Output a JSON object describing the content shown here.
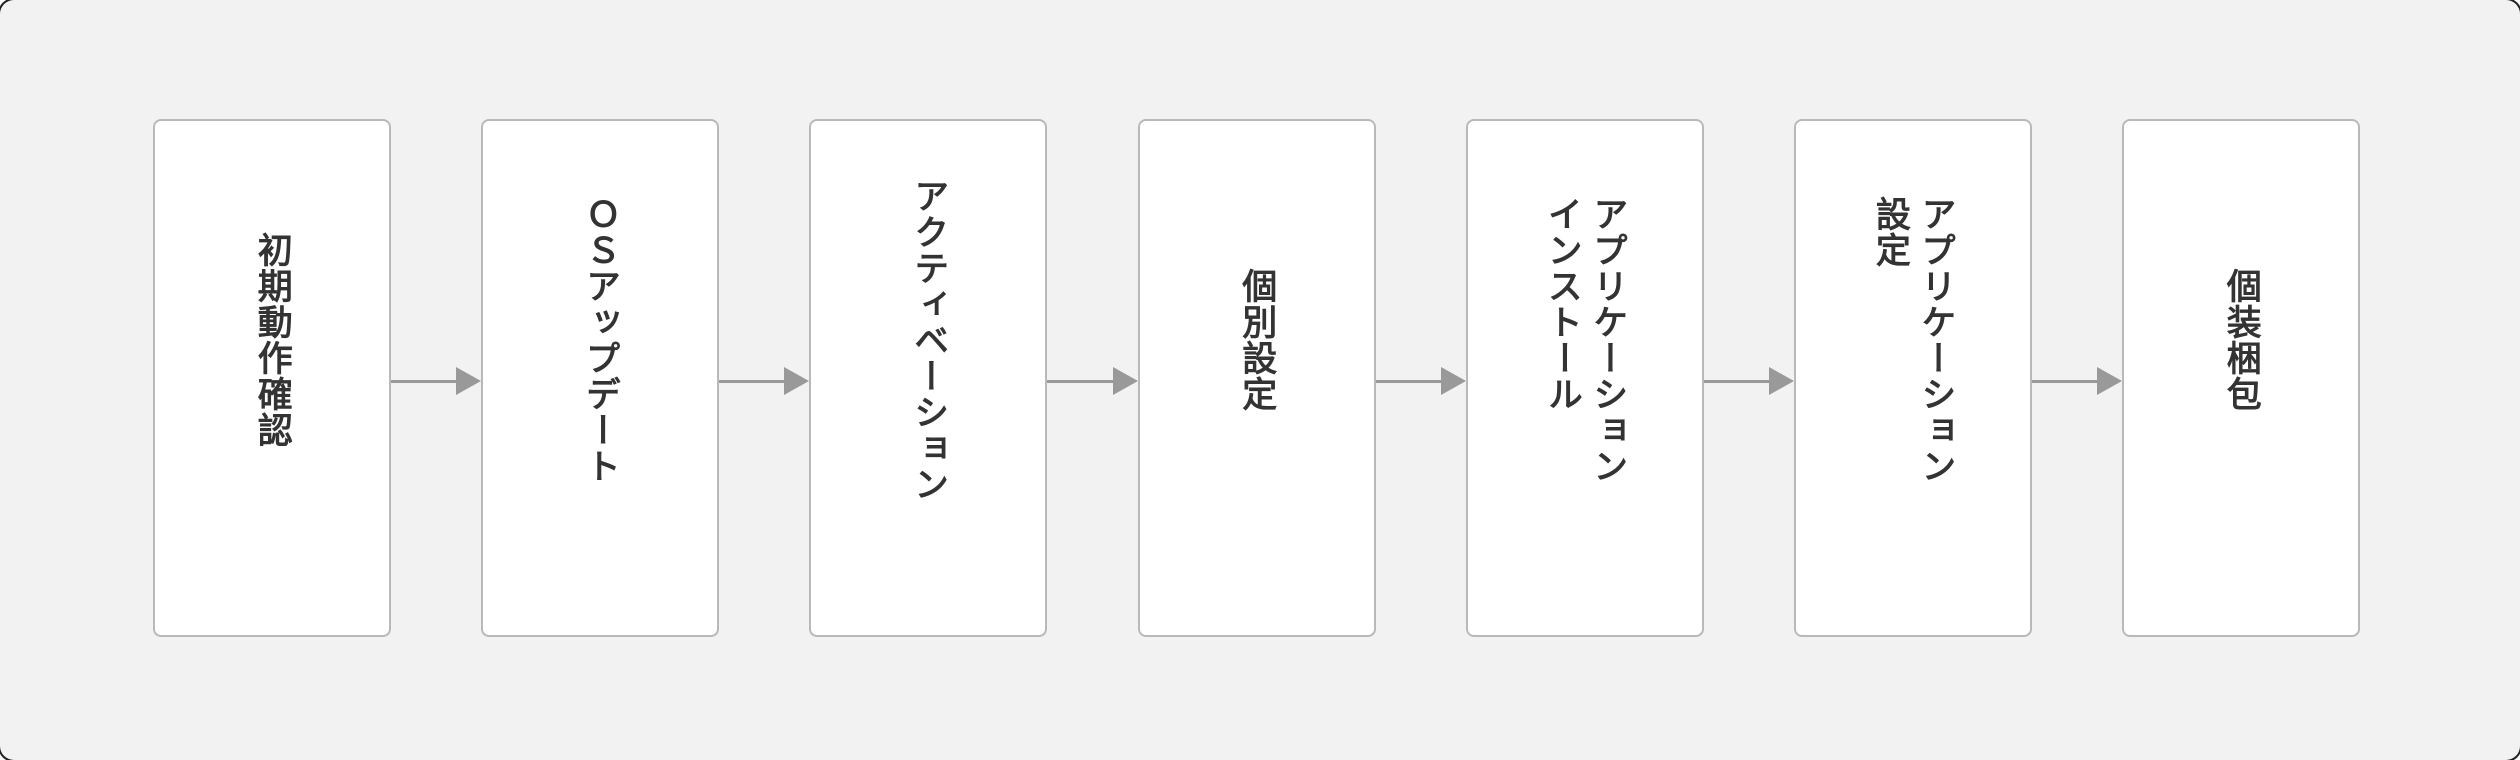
{
  "diagram": {
    "background_color": "#f2f2f2",
    "box_fill_color": "#ffffff",
    "box_border_color": "#b9b9b9",
    "arrow_color": "#999999",
    "text_color": "#333333",
    "steps": [
      {
        "label": "初期動作確認"
      },
      {
        "label": "ＯＳアップデート"
      },
      {
        "label": "アクティベーション"
      },
      {
        "label": "個別設定"
      },
      {
        "label": "アプリケーション\nインストール"
      },
      {
        "label": "アプリケーション\n設定"
      },
      {
        "label": "個装梱包"
      }
    ]
  }
}
